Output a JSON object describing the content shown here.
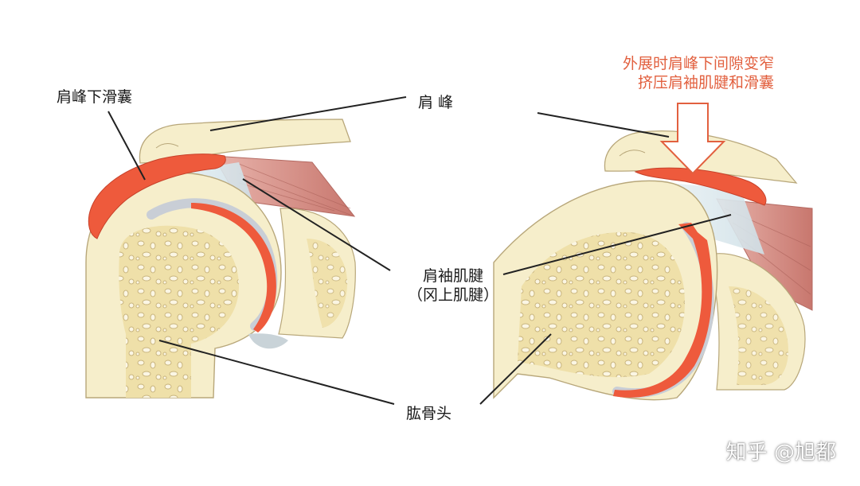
{
  "labels": {
    "subacromial_bursa": "肩峰下滑囊",
    "acromion": "肩 峰",
    "rotator_cuff_line1": "肩袖肌腱",
    "rotator_cuff_line2": "（冈上肌腱）",
    "humeral_head": "肱骨头"
  },
  "annotation": {
    "line1": "外展时肩峰下间隙变窄",
    "line2": "挤压肩袖肌腱和滑囊"
  },
  "watermark": "知乎 @旭都",
  "colors": {
    "bone": "#f6eecb",
    "bone_edge": "#b8a77a",
    "bursa": "#ee5a3c",
    "cartilage": "#c9ced6",
    "muscle": "#d98f86",
    "tendon": "#dfe9ee",
    "annotation": "#e2603f",
    "leader": "#222222"
  }
}
